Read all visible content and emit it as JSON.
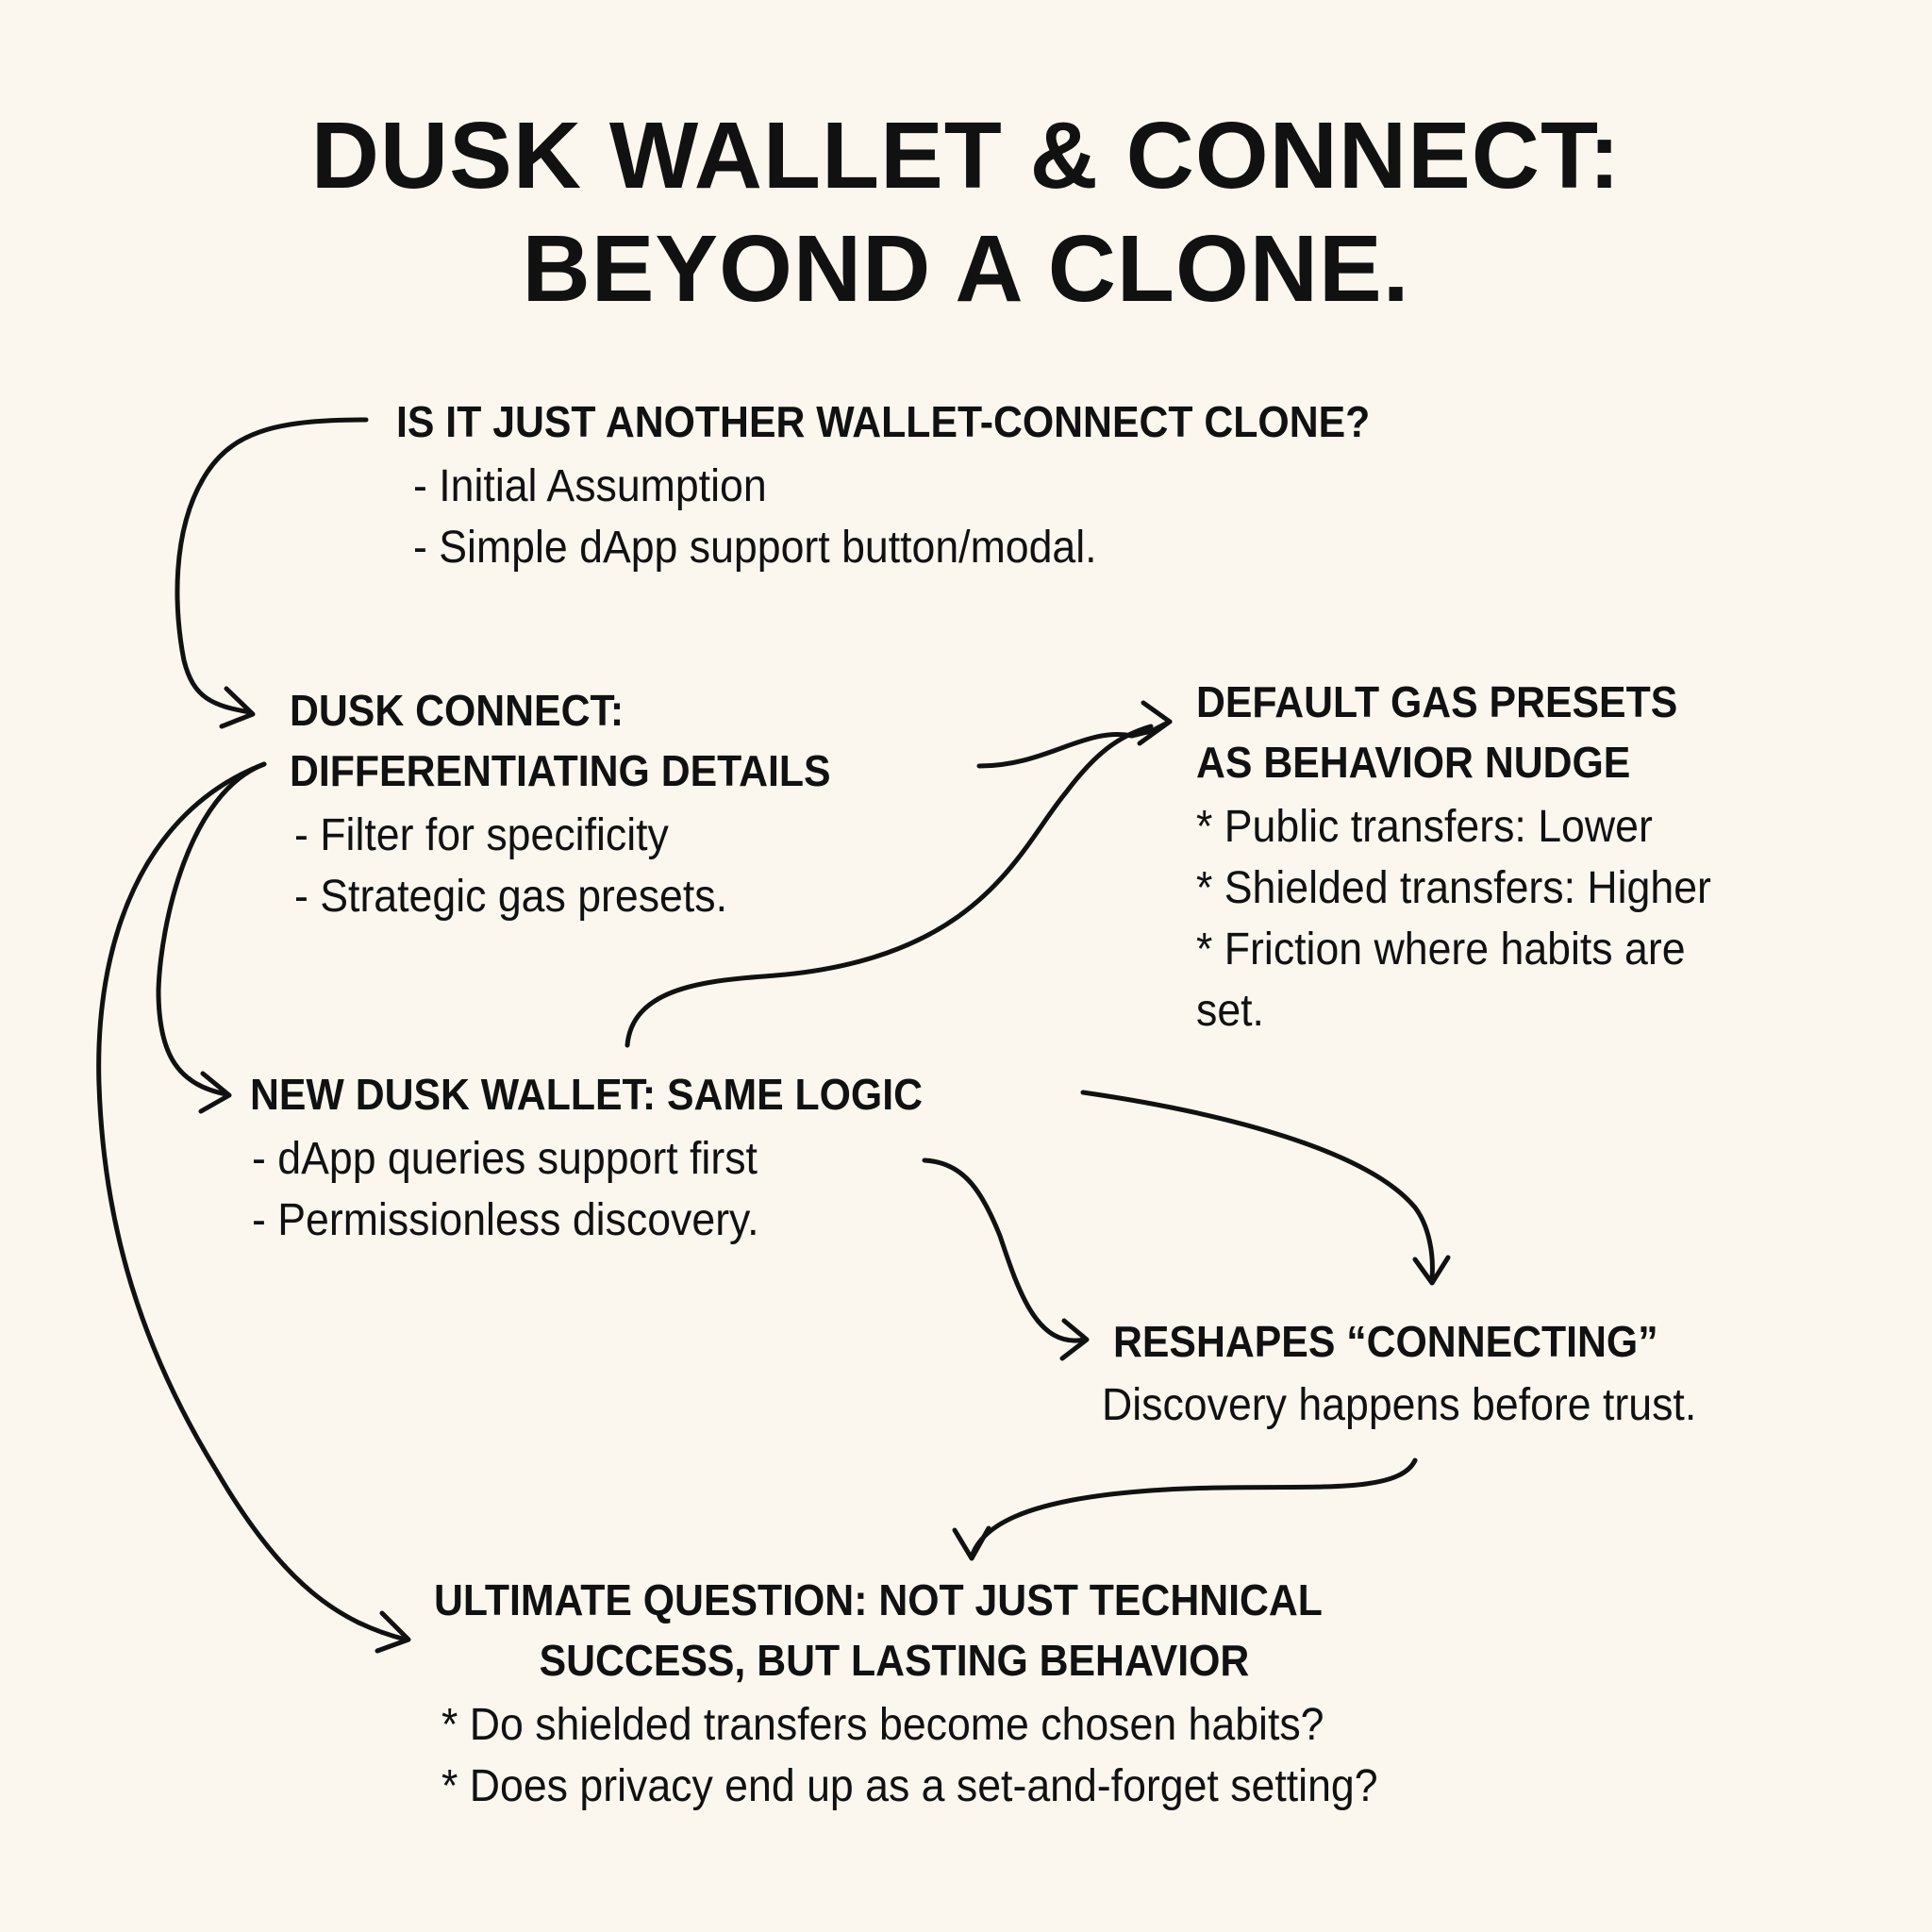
{
  "title": {
    "line1": "DUSK WALLET & CONNECT:",
    "line2": "BEYOND A CLONE."
  },
  "nodes": {
    "question": {
      "heading": "IS IT JUST ANOTHER WALLET-CONNECT CLONE?",
      "items": [
        "- Initial Assumption",
        "- Simple dApp support button/modal."
      ]
    },
    "connect": {
      "heading_line1": "DUSK CONNECT:",
      "heading_line2": "DIFFERENTIATING DETAILS",
      "items": [
        "- Filter for specificity",
        "- Strategic gas presets."
      ]
    },
    "gas": {
      "heading_line1": "DEFAULT GAS PRESETS",
      "heading_line2": "AS BEHAVIOR NUDGE",
      "items": [
        "* Public transfers: Lower",
        "* Shielded transfers: Higher",
        "* Friction where habits are",
        "set."
      ]
    },
    "wallet": {
      "heading": "NEW DUSK WALLET: SAME LOGIC",
      "items": [
        "- dApp queries support first",
        "- Permissionless discovery."
      ]
    },
    "reshapes": {
      "heading": "RESHAPES “CONNECTING”",
      "subtitle": "Discovery happens before trust."
    },
    "ultimate": {
      "heading_line1": "ULTIMATE QUESTION: NOT JUST TECHNICAL",
      "heading_line2": "SUCCESS, BUT LASTING BEHAVIOR",
      "items": [
        "* Do shielded transfers become chosen habits?",
        "* Does privacy end up as a set-and-forget setting?"
      ]
    }
  }
}
